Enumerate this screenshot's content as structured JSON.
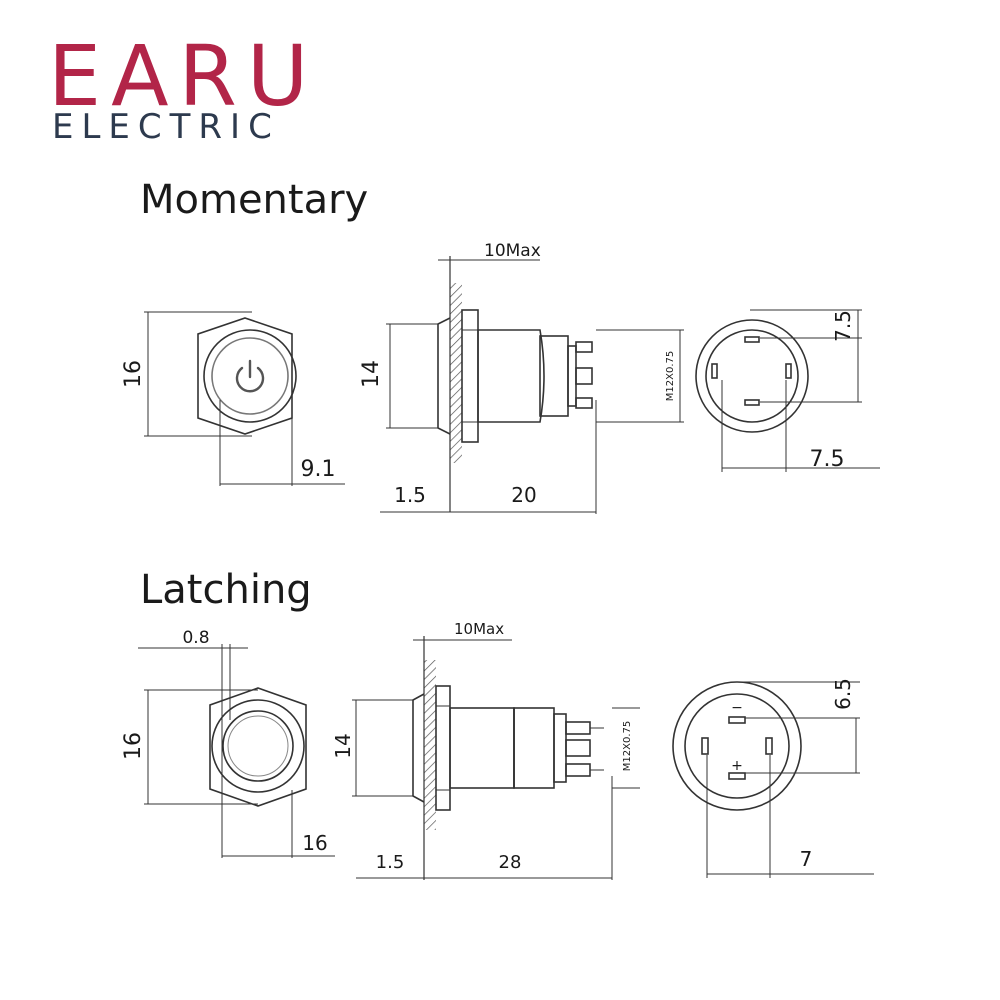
{
  "logo": {
    "brand": "EARU",
    "subtitle": "ELECTRIC",
    "brand_color": "#b22548",
    "subtitle_color": "#2d3a4e"
  },
  "momentary": {
    "title": "Momentary",
    "front_view": {
      "icon": "power-icon",
      "height": "16",
      "half_width": "9.1"
    },
    "side_view": {
      "bezel": "10Max",
      "diameter": "14",
      "flange": "1.5",
      "length": "20",
      "thread": "M12X0.75"
    },
    "rear_view": {
      "pin_vertical": "7.5",
      "pin_horizontal": "7.5"
    }
  },
  "latching": {
    "title": "Latching",
    "front_view": {
      "ring": "0.8",
      "height": "16",
      "width": "16"
    },
    "side_view": {
      "bezel": "10Max",
      "diameter": "14",
      "flange": "1.5",
      "length": "28",
      "thread": "M12X0.75"
    },
    "rear_view": {
      "pin_vertical": "6.5",
      "pin_horizontal": "7",
      "minus": "−",
      "plus": "+"
    }
  }
}
